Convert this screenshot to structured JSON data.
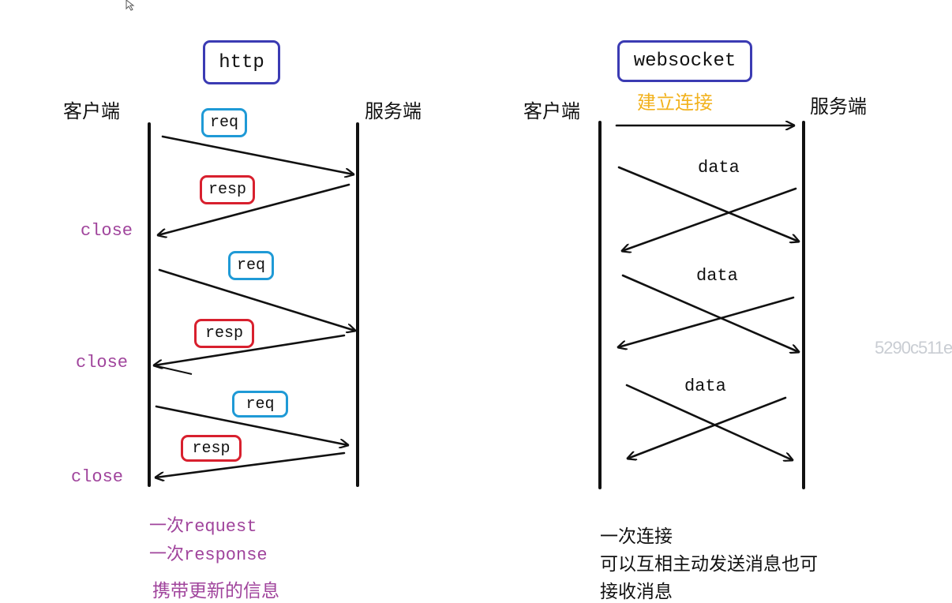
{
  "http": {
    "title": "http",
    "client_label": "客户端",
    "server_label": "服务端",
    "req_label": "req",
    "resp_label": "resp",
    "close_label": "close",
    "notes": [
      "一次request",
      "一次response",
      "携带更新的信息"
    ]
  },
  "websocket": {
    "title": "websocket",
    "client_label": "客户端",
    "server_label": "服务端",
    "connect_label": "建立连接",
    "data_label": "data",
    "notes": [
      "一次连接",
      "可以互相主动发送消息也可",
      "接收消息"
    ]
  },
  "watermark": "5290c511e",
  "colors": {
    "title_box": "#3b3bb3",
    "req_box": "#1f9ad6",
    "resp_box": "#d8202e",
    "close_text": "#a0449c",
    "connect_text": "#f2b21e",
    "line": "#111111"
  }
}
